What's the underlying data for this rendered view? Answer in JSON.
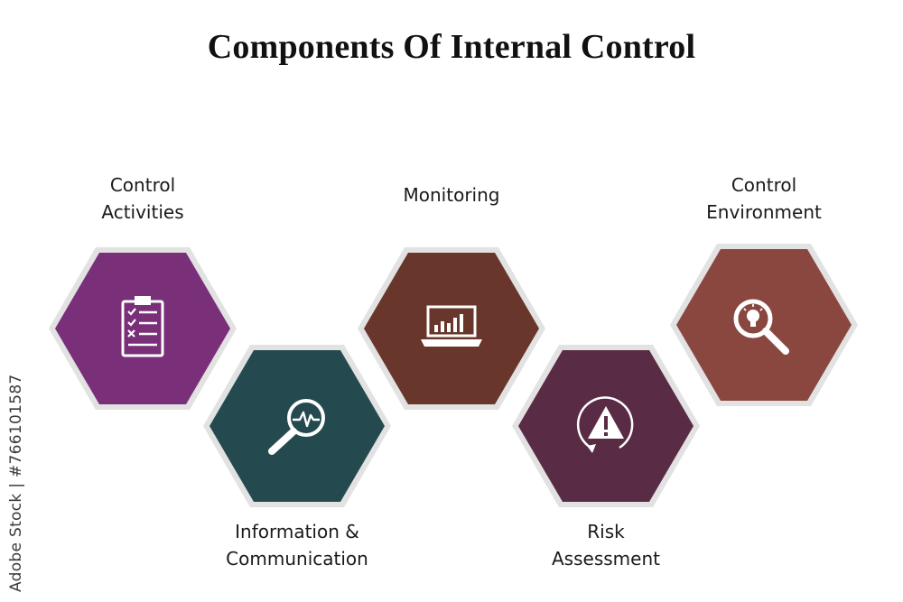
{
  "title": "Components Of Internal Control",
  "components": [
    {
      "id": "control-activities",
      "lines": [
        "Control",
        "Activities"
      ],
      "color": "#7a2f79",
      "icon": "clipboard-checklist-icon"
    },
    {
      "id": "information-communication",
      "lines": [
        "Information &",
        "Communication"
      ],
      "color": "#244a4f",
      "icon": "magnifier-pulse-icon"
    },
    {
      "id": "monitoring",
      "lines": [
        "Monitoring"
      ],
      "color": "#68362a",
      "icon": "laptop-chart-icon"
    },
    {
      "id": "risk-assessment",
      "lines": [
        "Risk",
        "Assessment"
      ],
      "color": "#5a2b45",
      "icon": "warning-cycle-icon"
    },
    {
      "id": "control-environment",
      "lines": [
        "Control",
        "Environment"
      ],
      "color": "#8a4740",
      "icon": "magnifier-lightbulb-icon"
    }
  ],
  "border_color": "#e2e2e2",
  "icon_color": "#ffffff",
  "watermark": "Adobe Stock | #766101587"
}
